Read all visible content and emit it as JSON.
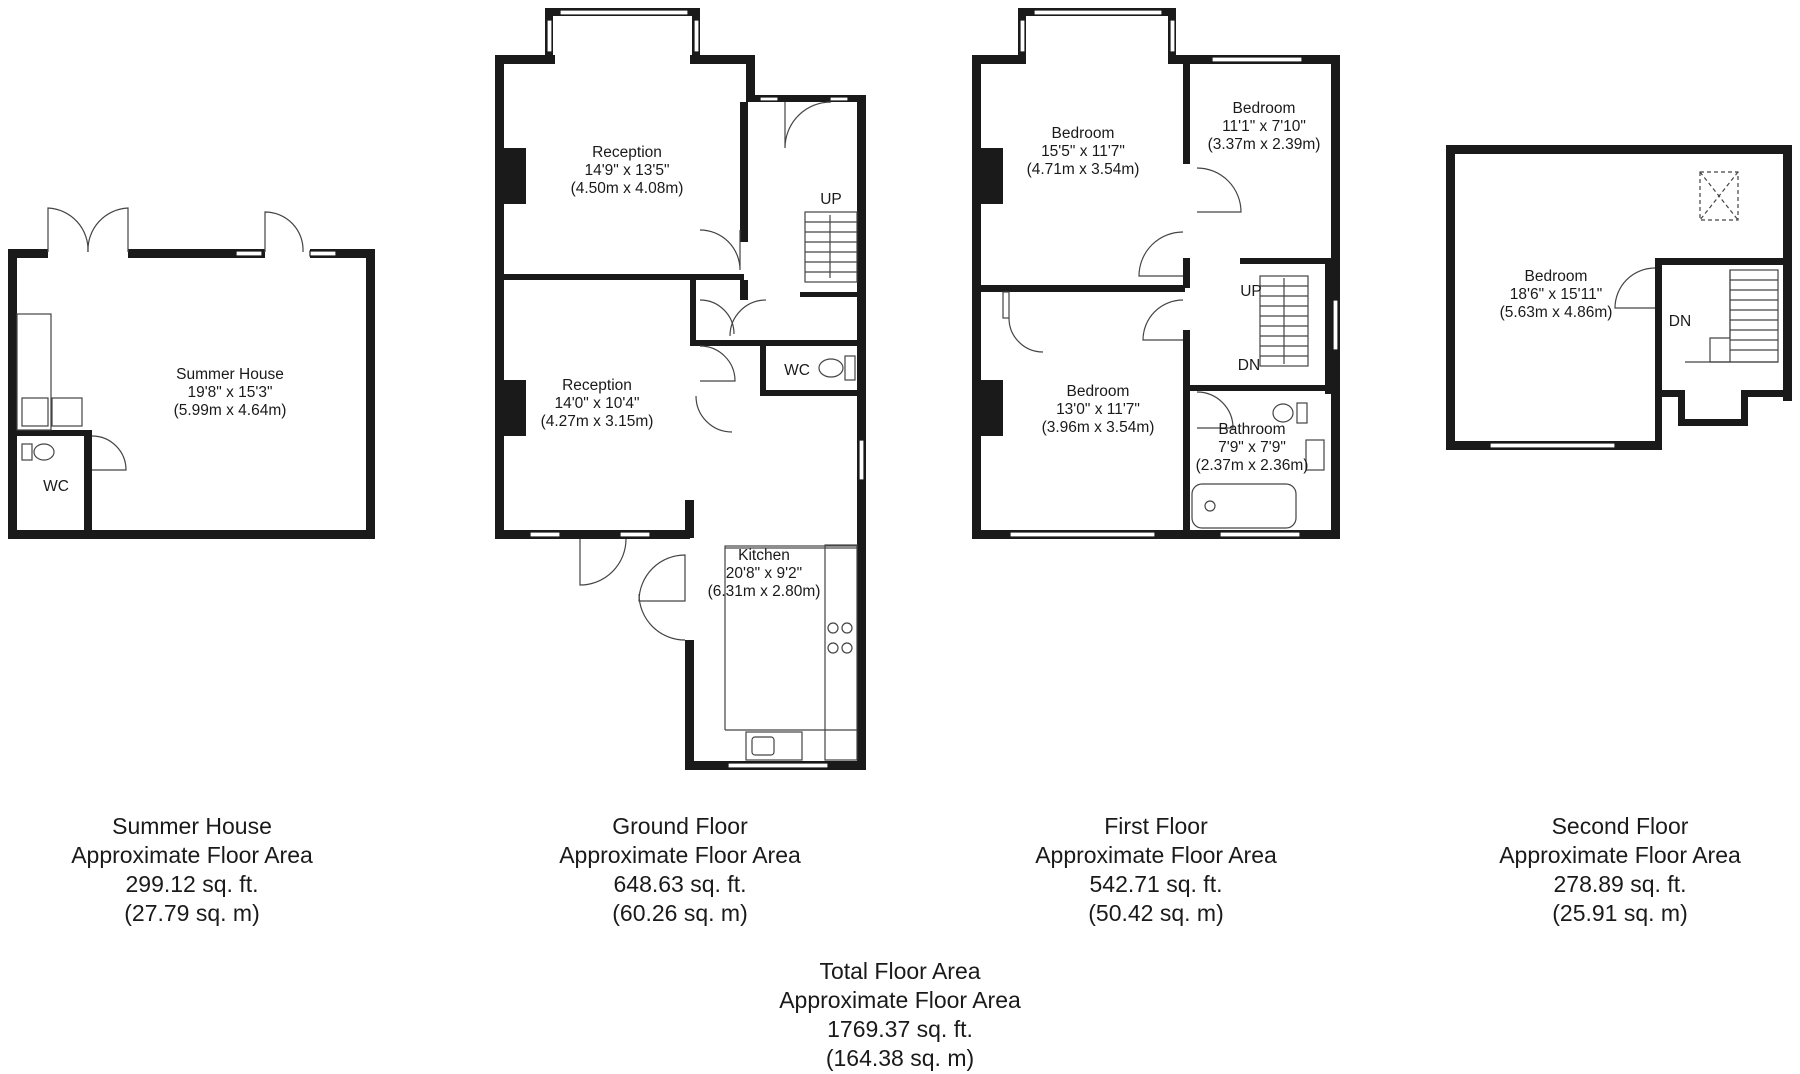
{
  "summer_house": {
    "rooms": {
      "summer_house": {
        "name": "Summer House",
        "imperial": "19'8\" x 15'3\"",
        "metric": "(5.99m x 4.64m)"
      },
      "wc": {
        "name": "WC"
      }
    },
    "caption": {
      "title": "Summer House",
      "area_label": "Approximate Floor Area",
      "sqft": "299.12 sq. ft.",
      "sqm": "(27.79 sq. m)"
    }
  },
  "ground_floor": {
    "rooms": {
      "reception_front": {
        "name": "Reception",
        "imperial": "14'9\" x 13'5\"",
        "metric": "(4.50m x 4.08m)"
      },
      "reception_rear": {
        "name": "Reception",
        "imperial": "14'0\" x 10'4\"",
        "metric": "(4.27m x 3.15m)"
      },
      "kitchen": {
        "name": "Kitchen",
        "imperial": "20'8\" x 9'2\"",
        "metric": "(6.31m x 2.80m)"
      },
      "wc": {
        "name": "WC"
      },
      "stairs": {
        "name": "UP"
      }
    },
    "caption": {
      "title": "Ground Floor",
      "area_label": "Approximate Floor Area",
      "sqft": "648.63 sq. ft.",
      "sqm": "(60.26 sq. m)"
    }
  },
  "first_floor": {
    "rooms": {
      "bedroom_front": {
        "name": "Bedroom",
        "imperial": "15'5\" x 11'7\"",
        "metric": "(4.71m x 3.54m)"
      },
      "bedroom_small": {
        "name": "Bedroom",
        "imperial": "11'1\" x 7'10\"",
        "metric": "(3.37m x 2.39m)"
      },
      "bedroom_rear": {
        "name": "Bedroom",
        "imperial": "13'0\" x 11'7\"",
        "metric": "(3.96m x 3.54m)"
      },
      "bathroom": {
        "name": "Bathroom",
        "imperial": "7'9\" x 7'9\"",
        "metric": "(2.37m x 2.36m)"
      },
      "stairs_up": {
        "name": "UP"
      },
      "stairs_dn": {
        "name": "DN"
      }
    },
    "caption": {
      "title": "First Floor",
      "area_label": "Approximate Floor Area",
      "sqft": "542.71 sq. ft.",
      "sqm": "(50.42 sq. m)"
    }
  },
  "second_floor": {
    "rooms": {
      "bedroom": {
        "name": "Bedroom",
        "imperial": "18'6\" x 15'11\"",
        "metric": "(5.63m x 4.86m)"
      },
      "stairs_dn": {
        "name": "DN"
      }
    },
    "caption": {
      "title": "Second Floor",
      "area_label": "Approximate Floor Area",
      "sqft": "278.89 sq. ft.",
      "sqm": "(25.91 sq. m)"
    }
  },
  "total": {
    "title": "Total Floor Area",
    "area_label": "Approximate Floor Area",
    "sqft": "1769.37 sq. ft.",
    "sqm": "(164.38 sq. m)"
  },
  "colors": {
    "wall": "#1a1a1a",
    "background": "#ffffff"
  }
}
